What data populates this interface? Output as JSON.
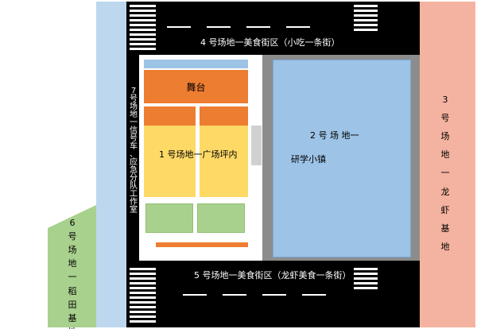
{
  "zones": {
    "zone3": {
      "lines": [
        "3",
        "号",
        "场",
        "地",
        "一",
        "龙",
        "虾",
        "基",
        "地"
      ],
      "color": "#f4b3a0"
    },
    "zone4": {
      "label": "4 号场地一美食街区（小吃一条街）"
    },
    "zone5": {
      "label": "5 号场地一美食街区（龙虾美食一条街）"
    },
    "zone6": {
      "lines": [
        "6",
        "号",
        "场",
        "地",
        "一",
        "稻",
        "田",
        "基",
        "地"
      ],
      "color": "#a9d18e"
    },
    "zone7": {
      "lines": [
        "7",
        "号",
        "场",
        "地",
        "一",
        "信",
        "号",
        "车",
        "、",
        "应",
        "急",
        "分",
        "队",
        "工",
        "作",
        "室"
      ]
    },
    "zone1": {
      "label": "1 号场地一广场坪内",
      "stage": "舞台"
    },
    "zone2": {
      "line1": "2 号 场 地一",
      "line2": "研学小镇",
      "color": "#9dc3e6"
    }
  },
  "colors": {
    "road": "#000000",
    "sky_strip": "#bdd7ee",
    "stage": "#ed7d31",
    "plaza": "#ffd966",
    "grass": "#a9d18e"
  }
}
